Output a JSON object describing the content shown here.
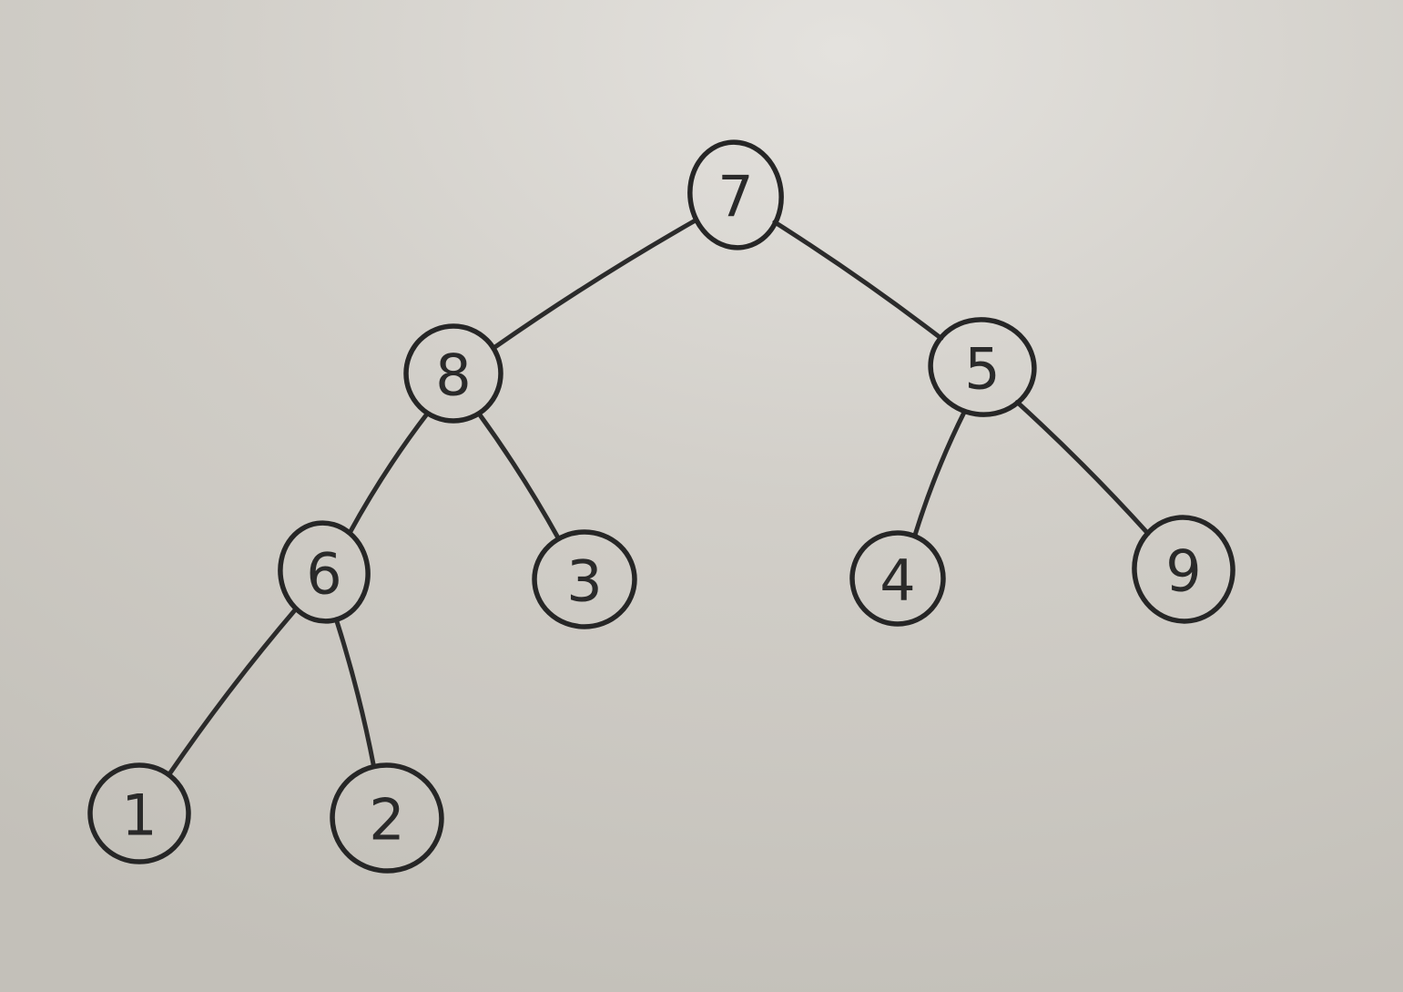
{
  "tree": {
    "nodes": [
      {
        "id": "root",
        "label": "7"
      },
      {
        "id": "n8",
        "label": "8"
      },
      {
        "id": "n5",
        "label": "5"
      },
      {
        "id": "n6",
        "label": "6"
      },
      {
        "id": "n3",
        "label": "3"
      },
      {
        "id": "n4",
        "label": "4"
      },
      {
        "id": "n9",
        "label": "9"
      },
      {
        "id": "n1",
        "label": "1"
      },
      {
        "id": "n2",
        "label": "2"
      }
    ],
    "edges": [
      {
        "from": "root",
        "to": "n8"
      },
      {
        "from": "root",
        "to": "n5"
      },
      {
        "from": "n8",
        "to": "n6"
      },
      {
        "from": "n8",
        "to": "n3"
      },
      {
        "from": "n5",
        "to": "n4"
      },
      {
        "from": "n5",
        "to": "n9"
      },
      {
        "from": "n6",
        "to": "n1"
      },
      {
        "from": "n6",
        "to": "n2"
      }
    ]
  },
  "colors": {
    "ink": "#2a2a2a",
    "paper": "#cfccc6"
  }
}
